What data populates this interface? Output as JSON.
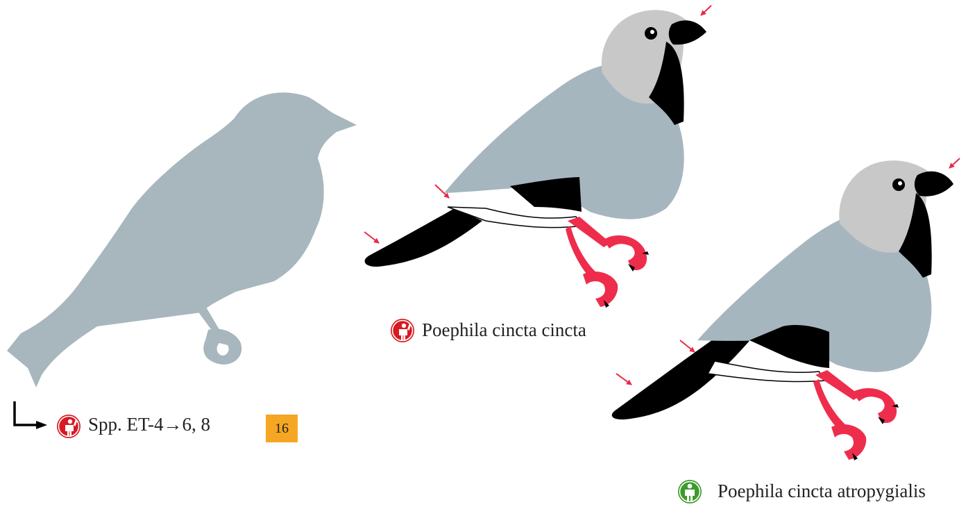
{
  "figure": {
    "silhouette": {
      "ref_text": "Spp. ET-4→6, 8",
      "page_number": "16",
      "status": "vulnerable"
    },
    "taxa": [
      {
        "name": "Poephila cincta cincta",
        "status": "vulnerable"
      },
      {
        "name": "Poephila cincta atropygialis",
        "status": "least-concern"
      }
    ]
  },
  "colors": {
    "silhouette": "#a8b6bd",
    "body_grey": "#a6b6bf",
    "head_grey": "#c8c8c8",
    "black": "#000000",
    "legs": "#ee2d4c",
    "arrows": "#e8294b",
    "status_vulnerable": "#d71921",
    "status_least_concern": "#3d9a2b",
    "badge": "#f5a623"
  },
  "icons": {
    "continuation_arrow": "corner-arrow-icon",
    "status_badge": "person-icon"
  }
}
